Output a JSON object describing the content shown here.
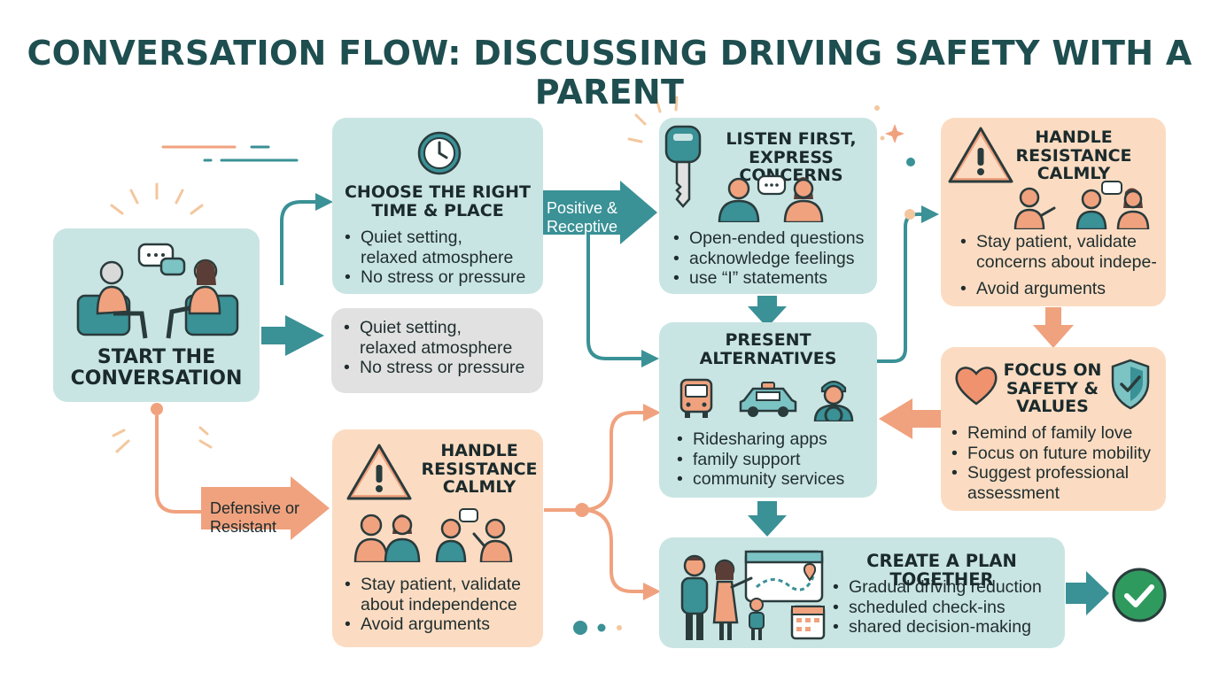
{
  "title": "CONVERSATION FLOW: DISCUSSING DRIVING SAFETY WITH A PARENT",
  "colors": {
    "teal_card": "#c9e5e3",
    "peach_card": "#fbdcc2",
    "gray_card": "#e1e1e1",
    "teal_arrow": "#3a9196",
    "salmon_arrow": "#f0a27e",
    "title": "#1e4e4f",
    "check": "#2f9a5e"
  },
  "nodes": {
    "start": {
      "title_line1": "START THE",
      "title_line2": "CONVERSATION",
      "icon": "two-people-talking-on-armchairs-icon"
    },
    "time_place": {
      "title_line1": "CHOOSE THE RIGHT",
      "title_line2": "TIME & PLACE",
      "icon": "clock-icon",
      "bullets": [
        "Quiet setting,",
        "relaxed atmosphere",
        "No stress or pressure"
      ]
    },
    "gray_note": {
      "bullets": [
        "Quiet setting,",
        "relaxed atmosphere",
        "No stress or pressure"
      ]
    },
    "listen": {
      "title_line1": "LISTEN FIRST,",
      "title_line2": "EXPRESS CONCERNS",
      "icon": "car-key-icon",
      "bullets": [
        "Open-ended questions",
        "acknowledge feelings",
        "use “I” statements"
      ]
    },
    "alternatives": {
      "title_line1": "PRESENT",
      "title_line2": "ALTERNATIVES",
      "icons": [
        "bus-icon",
        "taxi-icon",
        "driver-icon"
      ],
      "bullets": [
        "Ridesharing apps",
        "family support",
        "community services"
      ]
    },
    "resistance_left": {
      "title_line1": "HANDLE",
      "title_line2": "RESISTANCE",
      "title_line3": "CALMLY",
      "icon": "warning-icon",
      "bullets": [
        "Stay patient, validate",
        "about independence",
        "Avoid arguments"
      ]
    },
    "resistance_right": {
      "title_line1": "HANDLE",
      "title_line2": "RESISTANCE",
      "title_line3": "CALMLY",
      "icon": "warning-icon",
      "bullets": [
        "Stay patient, validate",
        "concerns about indepe-",
        "Avoid arguments"
      ]
    },
    "safety": {
      "title_line1": "FOCUS ON",
      "title_line2": "SAFETY &",
      "title_line3": "VALUES",
      "icons": [
        "heart-icon",
        "shield-check-icon"
      ],
      "bullets": [
        "Remind of family love",
        "Focus on future mobility",
        "Suggest professional",
        "assessment"
      ]
    },
    "plan": {
      "title": "CREATE A PLAN TOGETHER",
      "icon": "family-with-map-icon",
      "bullets": [
        "Gradual driving reduction",
        "scheduled check-ins",
        "shared decision-making"
      ]
    }
  },
  "branch_labels": {
    "positive_line1": "Positive &",
    "positive_line2": "Receptive",
    "defensive_line1": "Defensive or",
    "defensive_line2": "Resistant"
  },
  "end_icon": "checkmark-circle-icon"
}
